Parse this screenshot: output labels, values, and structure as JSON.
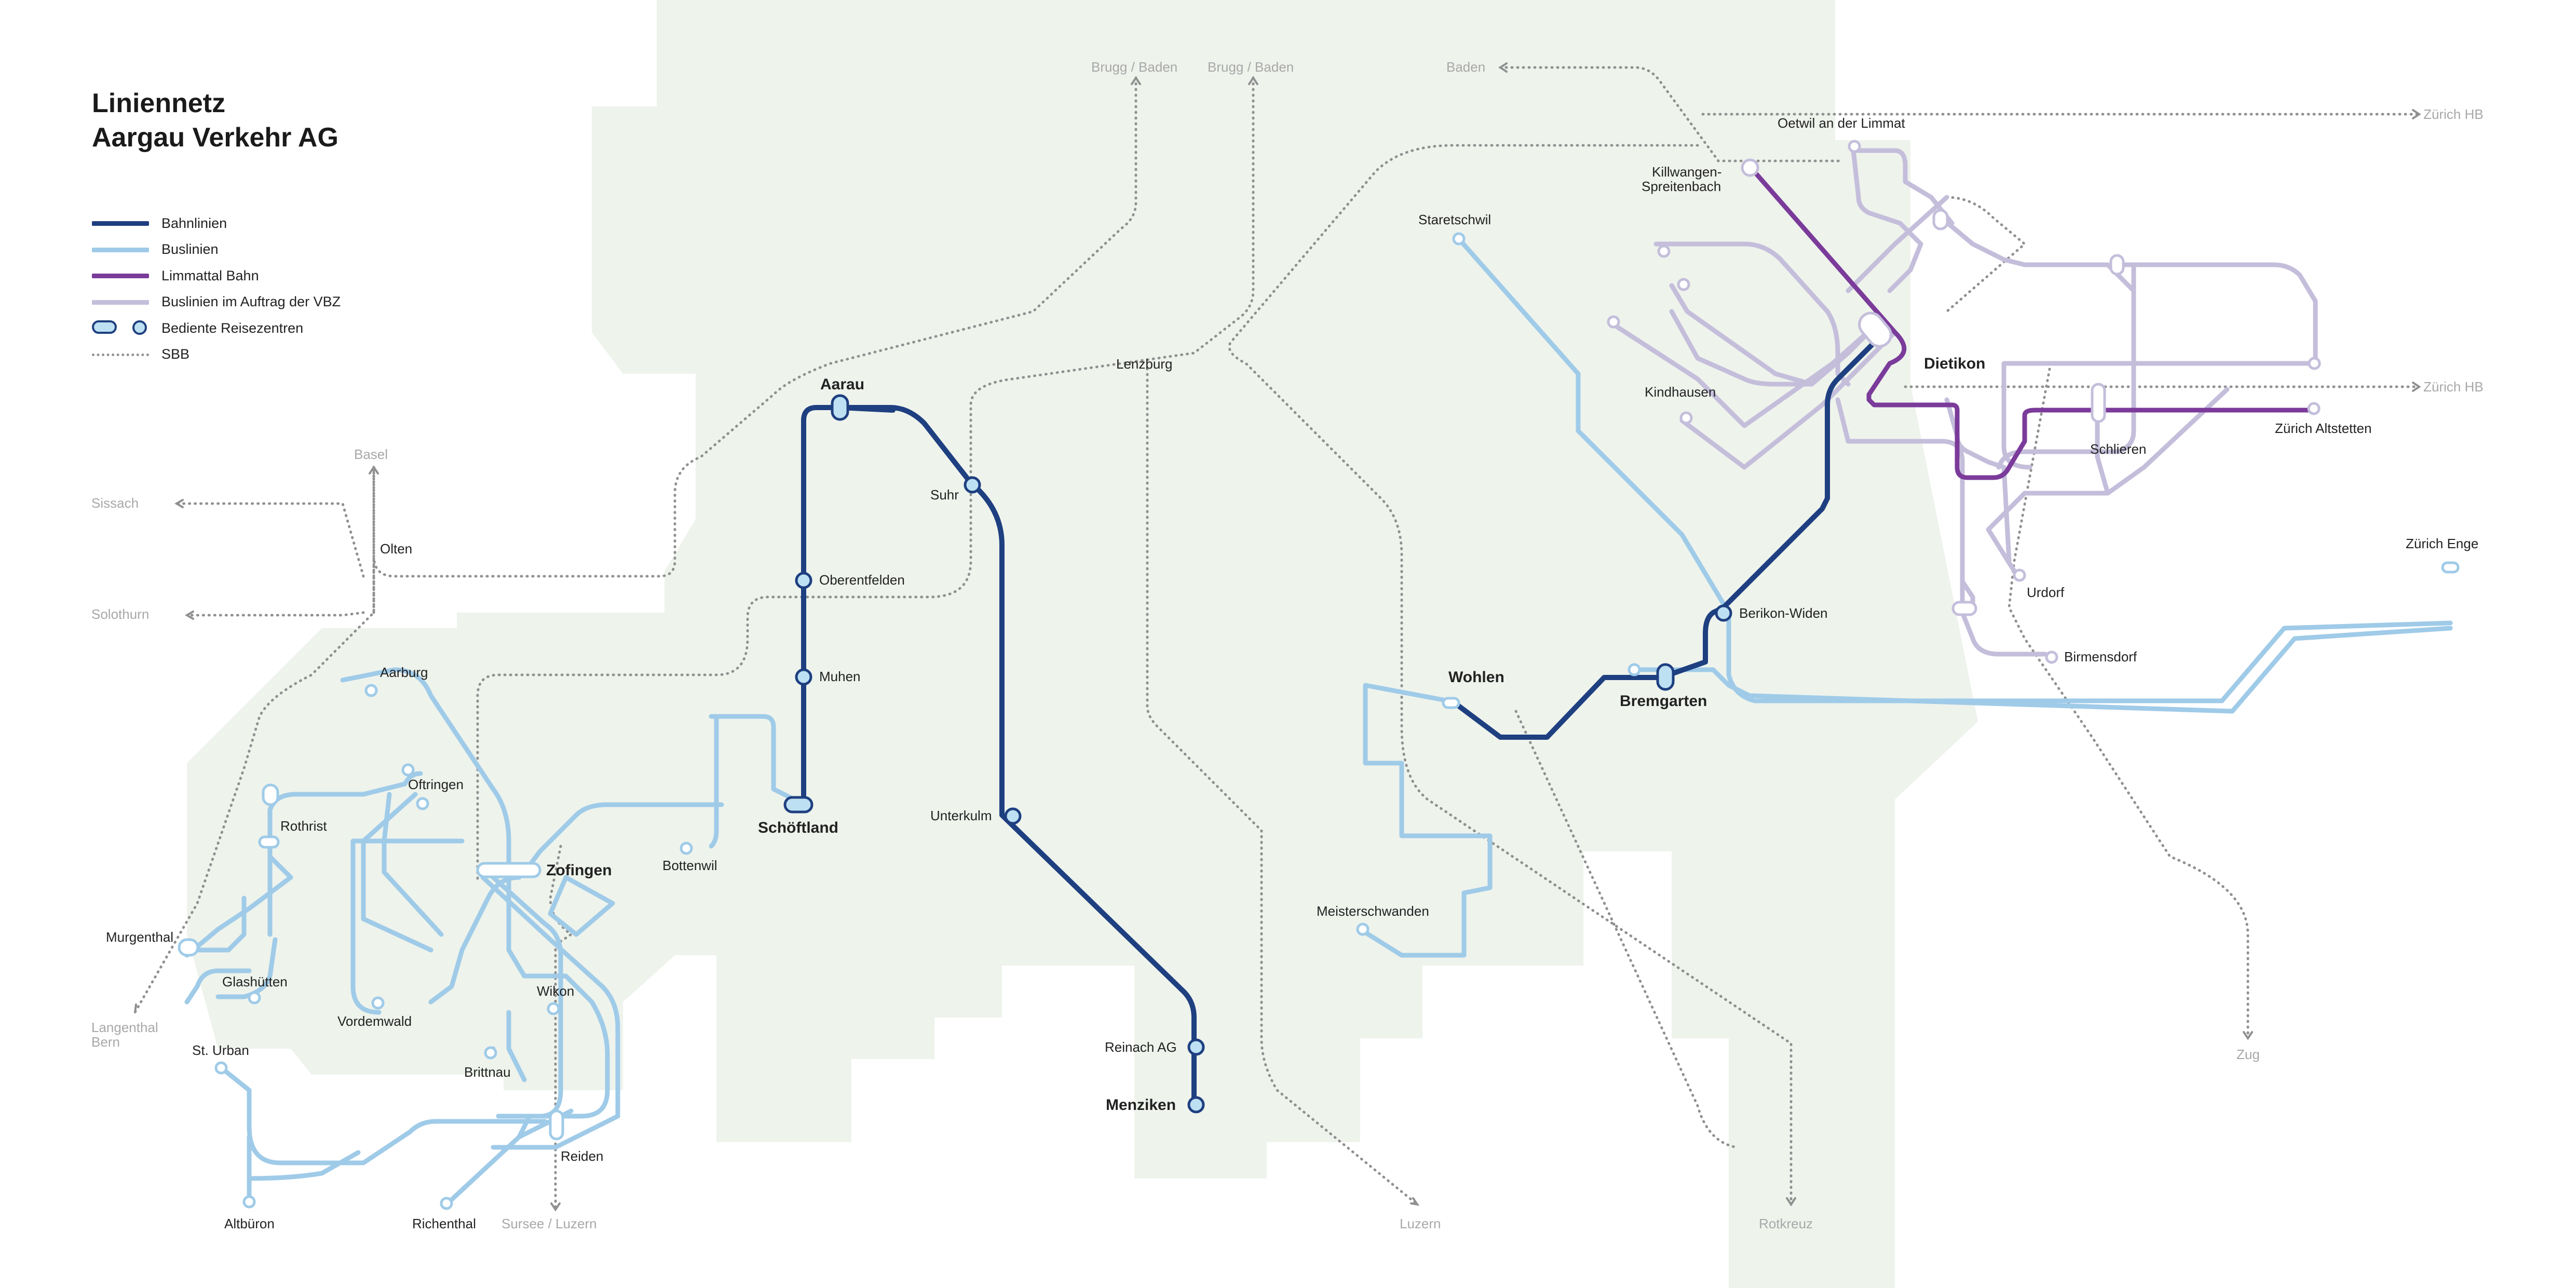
{
  "title": {
    "line1": "Liniennetz",
    "line2": "Aargau Verkehr AG"
  },
  "legend": [
    {
      "label": "Bahnlinien",
      "symbol": "line",
      "color": "#1e3f80"
    },
    {
      "label": "Buslinien",
      "symbol": "line",
      "color": "#9fcbe8"
    },
    {
      "label": "Limmattal Bahn",
      "symbol": "line",
      "color": "#7b3b9a"
    },
    {
      "label": "Buslinien im Auftrag der VBZ",
      "symbol": "line",
      "color": "#c4bedb"
    },
    {
      "label": "Bediente Reisezentren",
      "symbol": "stations"
    },
    {
      "label": "SBB",
      "symbol": "dotted",
      "color": "#909090"
    }
  ],
  "colors": {
    "bahn": "#1e3f80",
    "bus": "#9fcbe8",
    "limmattal": "#7b3b9a",
    "vbz": "#c4bedb",
    "sbb": "#909090",
    "region": "#eef3ec",
    "station_fill": "#bde0f3"
  },
  "places": {
    "aarau": "Aarau",
    "suhr": "Suhr",
    "oberentfelden": "Oberentfelden",
    "muhen": "Muhen",
    "schoeftland": "Schöftland",
    "unterkulm": "Unterkulm",
    "reinach": "Reinach AG",
    "menziken": "Menziken",
    "lenzburg": "Lenzburg",
    "zofingen": "Zofingen",
    "aarburg": "Aarburg",
    "oftringen": "Oftringen",
    "rothrist": "Rothrist",
    "murgenthal": "Murgenthal",
    "glashuetten": "Glashütten",
    "vordemwald": "Vordemwald",
    "wikon": "Wikon",
    "brittnau": "Brittnau",
    "bottenwil": "Bottenwil",
    "st_urban": "St. Urban",
    "altbueron": "Altbüron",
    "richenthal": "Richenthal",
    "reiden": "Reiden",
    "olten": "Olten",
    "wohlen": "Wohlen",
    "bremgarten": "Bremgarten",
    "berikon": "Berikon-Widen",
    "dietikon": "Dietikon",
    "meisterschwanden": "Meisterschwanden",
    "staretschwil": "Staretschwil",
    "killwangen1": "Killwangen-",
    "killwangen2": "Spreitenbach",
    "oetwil": "Oetwil an der Limmat",
    "kindhausen": "Kindhausen",
    "schlieren": "Schlieren",
    "urdorf": "Urdorf",
    "birmensdorf": "Birmensdorf",
    "zuerich_altstetten": "Zürich Altstetten",
    "zuerich_enge": "Zürich Enge"
  },
  "destinations": {
    "brugg_baden_1": "Brugg / Baden",
    "brugg_baden_2": "Brugg / Baden",
    "baden": "Baden",
    "zuerich_hb_1": "Zürich HB",
    "zuerich_hb_2": "Zürich HB",
    "basel": "Basel",
    "sissach": "Sissach",
    "solothurn": "Solothurn",
    "langenthal1": "Langenthal",
    "langenthal2": "Bern",
    "sursee_luzern": "Sursee / Luzern",
    "luzern": "Luzern",
    "rotkreuz": "Rotkreuz",
    "zug": "Zug"
  }
}
